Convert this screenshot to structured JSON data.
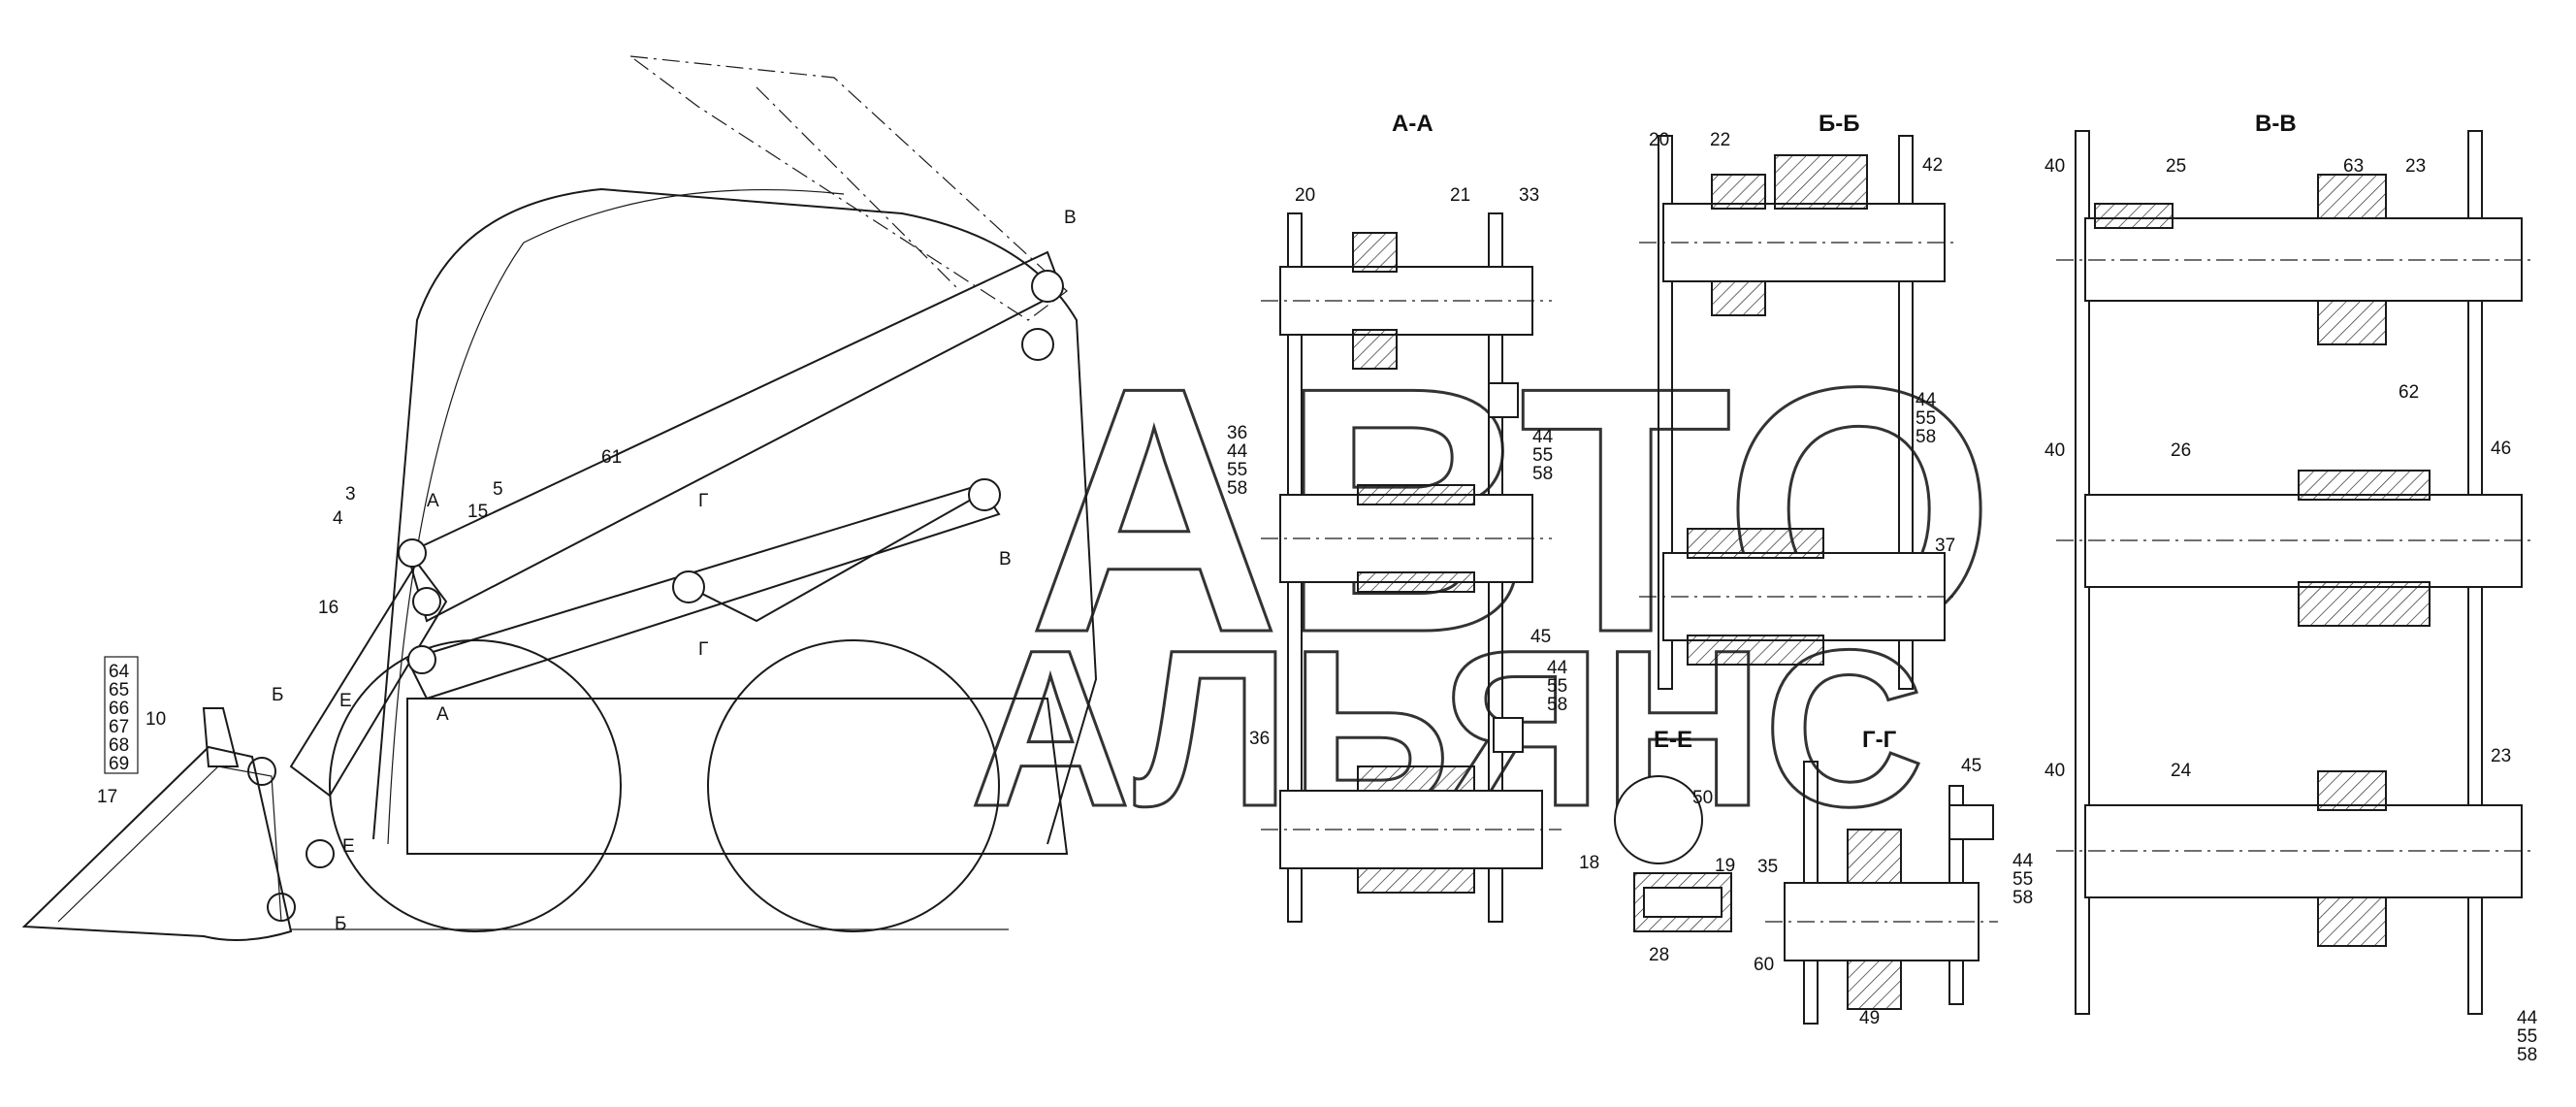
{
  "watermark": {
    "line1": "АВТО",
    "line2": "АЛЬЯНС"
  },
  "sections": {
    "aa": {
      "title": "А-А",
      "labels": [
        "20",
        "21",
        "33",
        "36",
        "44",
        "55",
        "58",
        "44",
        "55",
        "58",
        "45",
        "44",
        "55",
        "58",
        "36"
      ]
    },
    "bb": {
      "title": "Б-Б",
      "labels": [
        "20",
        "22",
        "42",
        "44",
        "55",
        "58",
        "37"
      ]
    },
    "vv": {
      "title": "В-В",
      "labels": [
        "40",
        "25",
        "63",
        "23",
        "62",
        "40",
        "26",
        "46",
        "40",
        "24",
        "23",
        "44",
        "55",
        "58"
      ]
    },
    "ee": {
      "title": "Е-Е",
      "labels": [
        "50",
        "18",
        "19",
        "28"
      ]
    },
    "gg": {
      "title": "Г-Г",
      "labels": [
        "45",
        "35",
        "44",
        "55",
        "58",
        "60",
        "49"
      ]
    }
  },
  "main_view": {
    "labels": [
      "3",
      "4",
      "5",
      "15",
      "16",
      "61",
      "10",
      "17",
      "64",
      "65",
      "66",
      "67",
      "68",
      "69"
    ],
    "cut_marks": [
      "А",
      "А",
      "Б",
      "Б",
      "В",
      "В",
      "Г",
      "Г",
      "Е",
      "Е"
    ]
  }
}
